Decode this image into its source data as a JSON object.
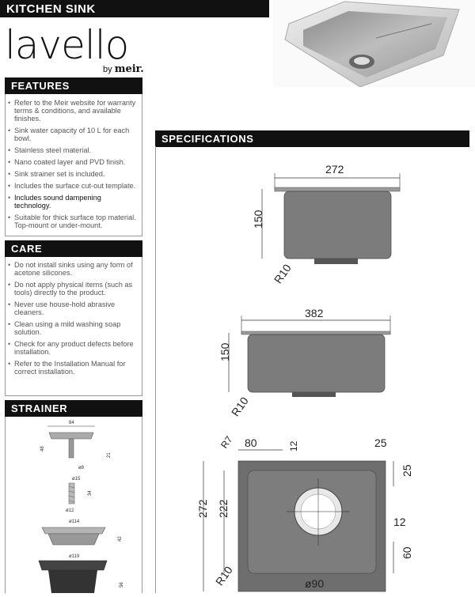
{
  "header": {
    "title": "KITCHEN SINK"
  },
  "brand": {
    "logo": "lavello",
    "by": "by",
    "maker": "meir."
  },
  "features": {
    "title": "FEATURES",
    "items": [
      "Refer to the Meir website for warranty terms & conditions, and available finishes.",
      "Sink water capacity of 10 L for each bowl.",
      "Stainless steel material.",
      "Nano coated layer and PVD finish.",
      "Sink strainer set is included.",
      "Includes the surface cut-out template.",
      "Includes sound dampening technology.",
      "Suitable for thick surface top material. Top-mount or under-mount."
    ]
  },
  "care": {
    "title": "CARE",
    "items": [
      "Do not install sinks using any form of acetone silicones.",
      "Do not apply physical items (such as tools) directly to the product.",
      "Never use house-hold abrasive cleaners.",
      "Clean using a mild washing soap solution.",
      "Check for any product defects before installation.",
      "Refer to the Installation Manual for correct installation."
    ]
  },
  "strainer": {
    "title": "STRAINER",
    "dims": [
      "84",
      "48",
      "21",
      "ø8",
      "ø15",
      "34",
      "ø12",
      "ø114",
      "42",
      "ø119",
      "56"
    ]
  },
  "specifications": {
    "title": "SPECIFICATIONS",
    "view1": {
      "width": "272",
      "height": "150",
      "radius": "R10"
    },
    "view2": {
      "width": "382",
      "height": "150",
      "radius": "R10"
    },
    "view3": {
      "corner": "R7",
      "d80": "80",
      "d12a": "12",
      "d25a": "25",
      "d25b": "25",
      "d272": "272",
      "d222": "222",
      "d12b": "12",
      "d60": "60",
      "radius": "R10",
      "drain": "ø90"
    }
  }
}
